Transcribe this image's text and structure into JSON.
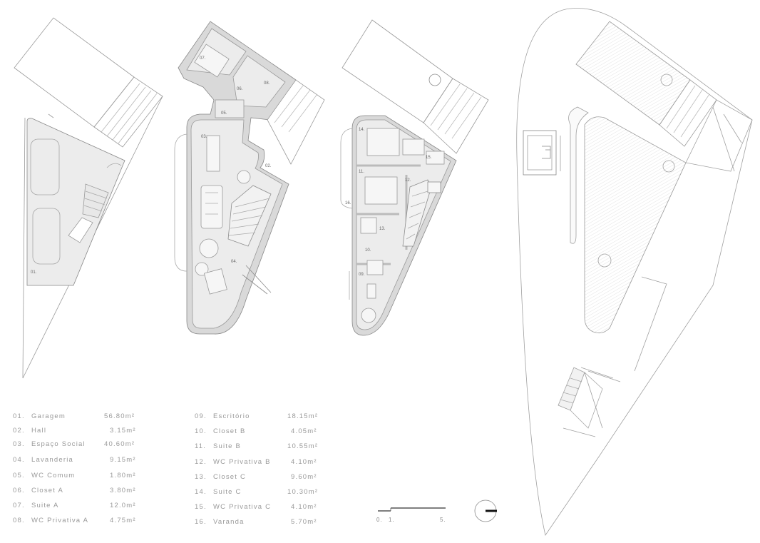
{
  "legend_left": [
    {
      "num": "01.",
      "name": "Garagem",
      "area": "56.80m²"
    },
    {
      "num": "02.",
      "name": "Hall",
      "area": "3.15m²"
    },
    {
      "num": "03.",
      "name": "Espaço Social",
      "area": "40.60m²"
    },
    {
      "num": "04.",
      "name": "Lavanderia",
      "area": "9.15m²"
    },
    {
      "num": "05.",
      "name": "WC Comum",
      "area": "1.80m²"
    },
    {
      "num": "06.",
      "name": "Closet A",
      "area": "3.80m²"
    },
    {
      "num": "07.",
      "name": "Suite A",
      "area": "12.0m²"
    },
    {
      "num": "08.",
      "name": "WC Privativa A",
      "area": "4.75m²"
    }
  ],
  "legend_right": [
    {
      "num": "09.",
      "name": "Escritório",
      "area": "18.15m²"
    },
    {
      "num": "10.",
      "name": "Closet B",
      "area": "4.05m²"
    },
    {
      "num": "11.",
      "name": "Suite B",
      "area": "10.55m²"
    },
    {
      "num": "12.",
      "name": "WC Privativa B",
      "area": "4.10m²"
    },
    {
      "num": "13.",
      "name": "Closet C",
      "area": "9.60m²"
    },
    {
      "num": "14.",
      "name": "Suite C",
      "area": "10.30m²"
    },
    {
      "num": "15.",
      "name": "WC Privativa C",
      "area": "4.10m²"
    },
    {
      "num": "16.",
      "name": "Varanda",
      "area": "5.70m²"
    }
  ],
  "scale_bar": {
    "ticks": [
      "0.",
      "1.",
      "5."
    ]
  },
  "room_labels": {
    "ground": [
      "01."
    ],
    "first": [
      "07.",
      "06.",
      "08.",
      "05.",
      "03.",
      "02.",
      "04."
    ],
    "second": [
      "14.",
      "15.",
      "11.",
      "12.",
      "13.",
      "10.",
      "16.",
      "09."
    ]
  },
  "colors": {
    "line": "#8c8c8c",
    "wall": "#d6d6d6",
    "floor": "#ececec"
  }
}
